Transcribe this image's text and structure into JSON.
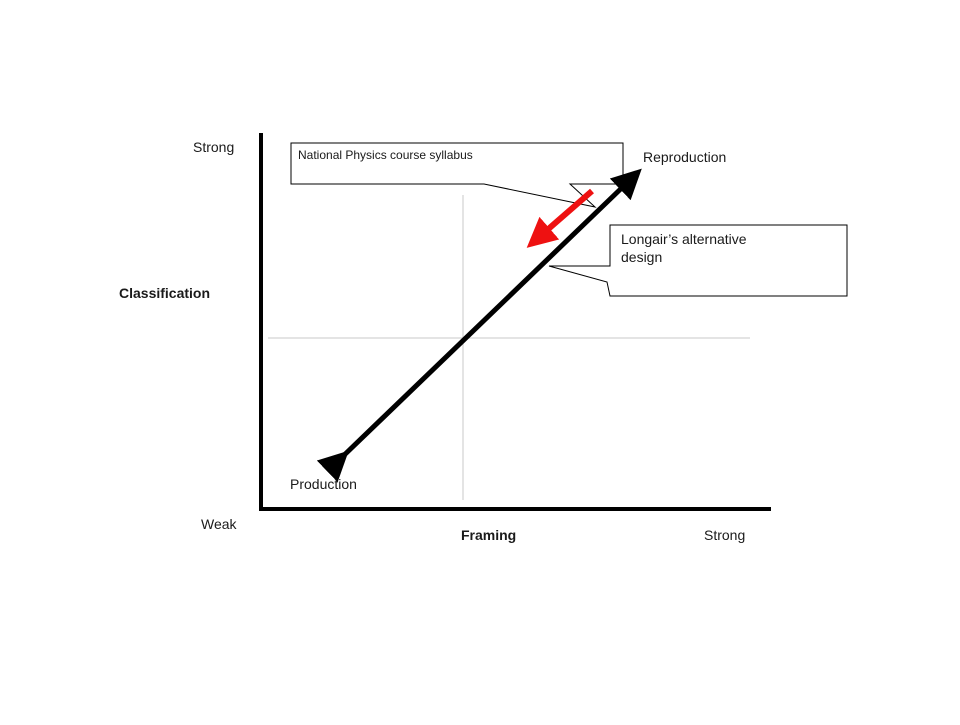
{
  "axes": {
    "y_title": "Classification",
    "y_top": "Strong",
    "y_bottom": "Weak",
    "x_title": "Framing",
    "x_right": "Strong"
  },
  "ends": {
    "top": "Reproduction",
    "bottom": "Production"
  },
  "callouts": {
    "syllabus": "National Physics course syllabus",
    "alternative": "Longair’s alternative design"
  },
  "colors": {
    "axis": "#000000",
    "arrow": "#000000",
    "shift_arrow": "#ee1111",
    "grid": "#c8c8c8",
    "callout_border": "#000000"
  }
}
